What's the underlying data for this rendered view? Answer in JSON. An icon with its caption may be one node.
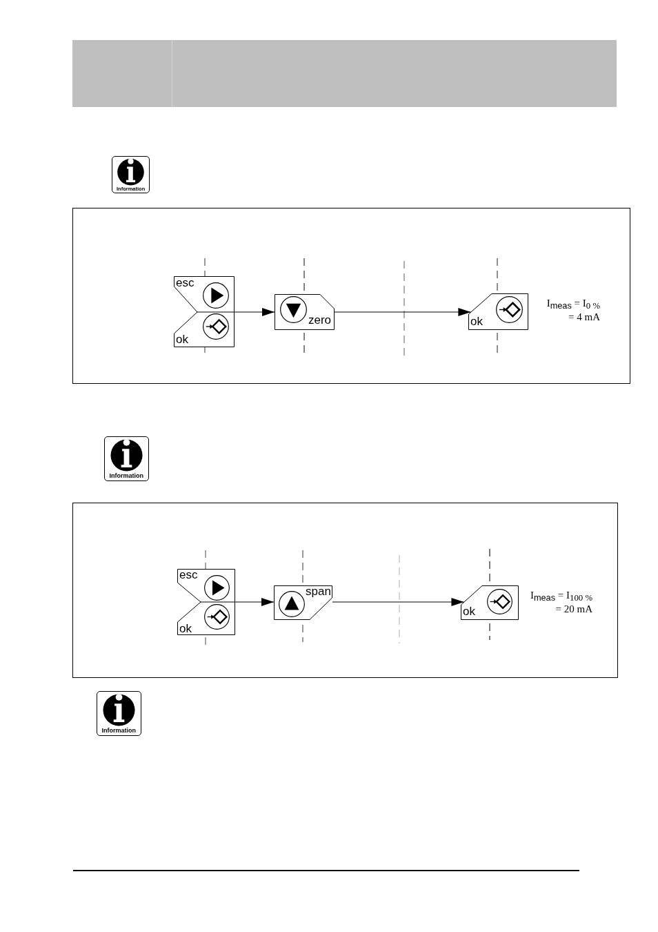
{
  "diagram": {
    "nodes": [
      {
        "text": [
          "Information"
        ]
      },
      {
        "text": [],
        "shape": "box"
      },
      {
        "text": [
          "esc",
          "ok"
        ],
        "in": 1
      },
      {
        "text": [
          "zero"
        ],
        "in": 1
      },
      {
        "text": [
          "ok"
        ],
        "in": 1,
        "beside": [
          "I$_{meas}$ = I$_{0 %}$ = 4 mA"
        ]
      },
      {
        "text": [
          "Information"
        ]
      },
      {
        "text": [],
        "shape": "box"
      },
      {
        "text": [
          "esc",
          "ok"
        ],
        "in": 6
      },
      {
        "text": [
          "span"
        ],
        "in": 6
      },
      {
        "text": [
          "ok"
        ],
        "in": 6,
        "beside": [
          "I$_{meas}$ = I$_{100 %}$ = 20 mA"
        ]
      },
      {
        "text": [
          "Information"
        ]
      }
    ],
    "edges": [
      {
        "from": 2,
        "to": 3,
        "arrow": "to"
      },
      {
        "from": 3,
        "to": 4,
        "arrow": "to"
      },
      {
        "from": 7,
        "to": 8,
        "arrow": "to"
      },
      {
        "from": 8,
        "to": 9,
        "arrow": "to"
      }
    ]
  }
}
